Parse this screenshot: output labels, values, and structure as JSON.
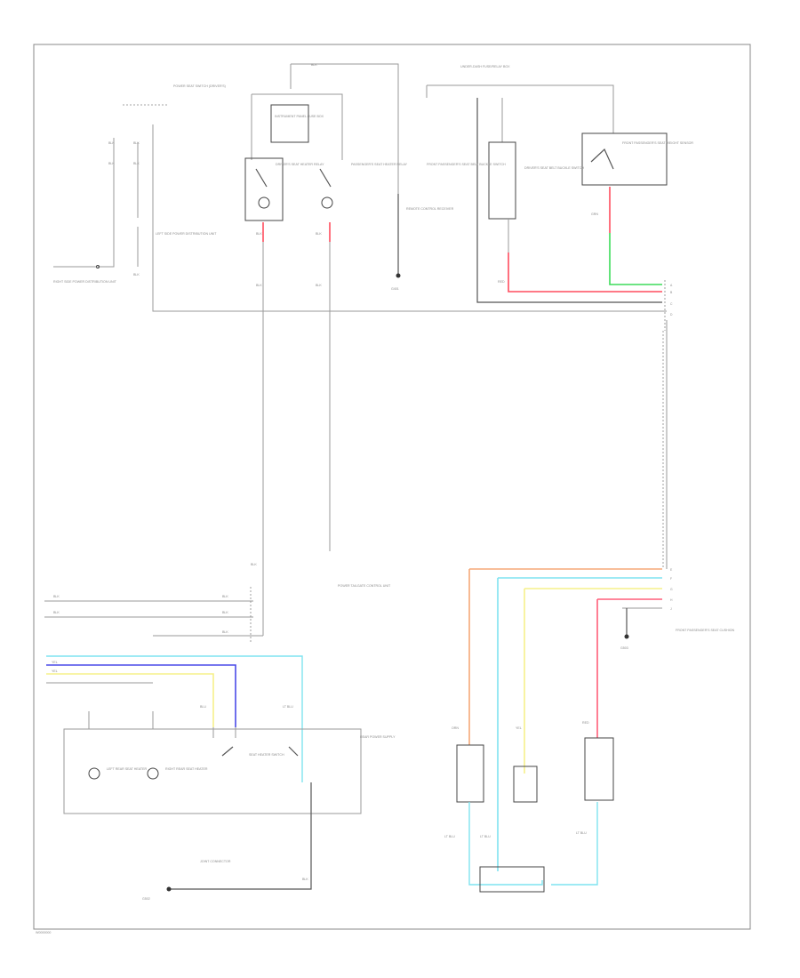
{
  "diagram": {
    "footer_code": "W0000000",
    "colors": {
      "red": "#ff4d5e",
      "green": "#3ddc5a",
      "orange": "#f5a878",
      "cyan": "#7fe3f0",
      "yellow": "#f6f08a",
      "blue": "#4a4ae8",
      "pink": "#ff5f7a",
      "wire": "#9a9a9a",
      "dark_wire": "#555555"
    },
    "wire_labels": [
      "BLK",
      "BLK",
      "BLK",
      "BLK",
      "BLK",
      "BLK",
      "BLK",
      "BLK",
      "BLK",
      "BLK",
      "BLK",
      "BLK",
      "BLK",
      "BLK",
      "BLK",
      "BLK",
      "YEL",
      "YEL",
      "YEL",
      "YEL",
      "BLU",
      "BLU",
      "GRN",
      "RED",
      "RED",
      "ORN",
      "LT BLU",
      "LT BLU",
      "LT BLU",
      "LT BLU",
      "BLK",
      "BLK",
      "BLK",
      "BLK"
    ],
    "components": [
      "POWER SEAT SWITCH (DRIVER'S)",
      "LEFT SIDE POWER DISTRIBUTION UNIT",
      "RIGHT SIDE POWER DISTRIBUTION UNIT",
      "POWER TAILGATE CONTROL UNIT",
      "INSTRUMENT PANEL FUSE BOX",
      "REAR POWER SUPPLY",
      "LEFT REAR SEAT HEATER",
      "RIGHT REAR SEAT HEATER",
      "SEAT HEATER SWITCH",
      "G401",
      "G502",
      "G503",
      "DRIVER'S SEAT HEATER RELAY",
      "PASSENGER'S SEAT HEATER RELAY",
      "REMOTE CONTROL RECEIVER",
      "FRONT PASSENGER'S SEAT BELT BUCKLE SWITCH",
      "DRIVER'S SEAT BELT BUCKLE SWITCH",
      "FRONT PASSENGER'S SEAT CUSHION",
      "FRONT PASSENGER'S SEAT WEIGHT SENSOR",
      "JOINT CONNECTOR",
      "UNDER-DASH FUSE/RELAY BOX"
    ],
    "pins": [
      "A",
      "B",
      "C",
      "D",
      "E",
      "F",
      "G",
      "H",
      "J",
      "K",
      "L",
      "M"
    ]
  }
}
